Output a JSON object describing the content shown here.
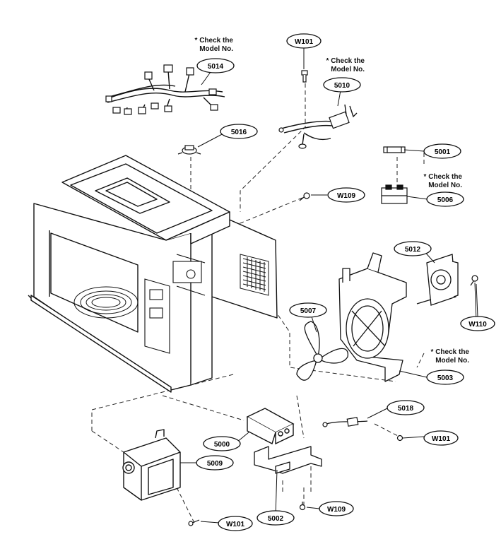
{
  "labels": {
    "5014": "5014",
    "w101_top": "W101",
    "5010": "5010",
    "5016": "5016",
    "5001": "5001",
    "w109_top": "W109",
    "5006": "5006",
    "5012": "5012",
    "w110": "W110",
    "5007": "5007",
    "5003": "5003",
    "5018": "5018",
    "w101_right": "W101",
    "5000": "5000",
    "5009": "5009",
    "5002": "5002",
    "w109_bottom": "W109",
    "w101_bottom": "W101"
  },
  "notes": {
    "a": [
      "* Check the",
      "Model No."
    ],
    "b": [
      "* Check the",
      "Model No."
    ],
    "c": [
      "* Check the",
      "Model No."
    ],
    "d": [
      "* Check the",
      "Model No."
    ]
  }
}
